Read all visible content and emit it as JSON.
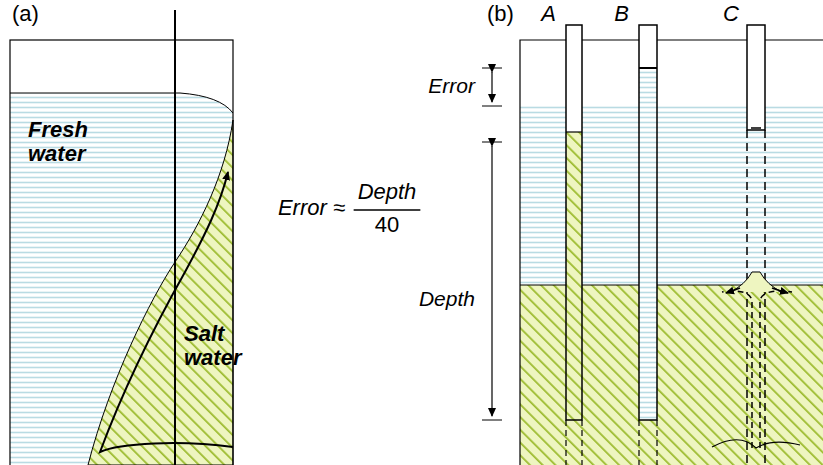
{
  "diagram": {
    "labels": [
      "(a)",
      "(b)",
      "A",
      "B",
      "C",
      "Fresh water",
      "Salt water",
      "Error",
      "Error ≈",
      "Depth",
      "40",
      "Depth"
    ]
  }
}
